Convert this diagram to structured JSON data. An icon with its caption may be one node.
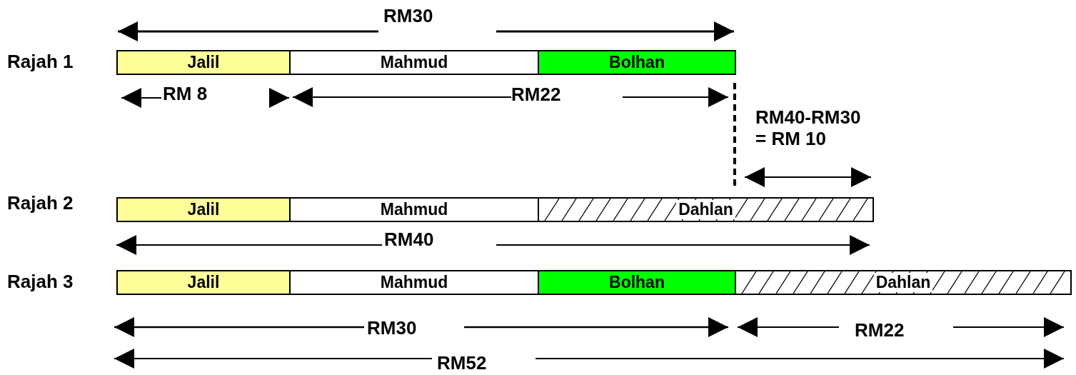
{
  "diagram": {
    "nodes": [
      {
        "text": [
          "Jalil"
        ]
      },
      {
        "text": [
          "Mahmud"
        ]
      },
      {
        "text": [
          "Bolhan"
        ]
      },
      {
        "text": [
          "Jalil"
        ]
      },
      {
        "text": [
          "Mahmud"
        ]
      },
      {
        "text": [
          "Dahlan"
        ]
      },
      {
        "text": [
          "Jalil"
        ]
      },
      {
        "text": [
          "Mahmud"
        ]
      },
      {
        "text": [
          "Bolhan"
        ]
      },
      {
        "text": [
          "Dahlan"
        ]
      }
    ],
    "labels": [
      "RM30",
      "Rajah 1",
      "RM 8",
      "RM22",
      "RM40-RM30 = RM 10",
      "Rajah 2",
      "RM40",
      "Rajah 3",
      "RM30",
      "RM22",
      "RM52"
    ]
  }
}
